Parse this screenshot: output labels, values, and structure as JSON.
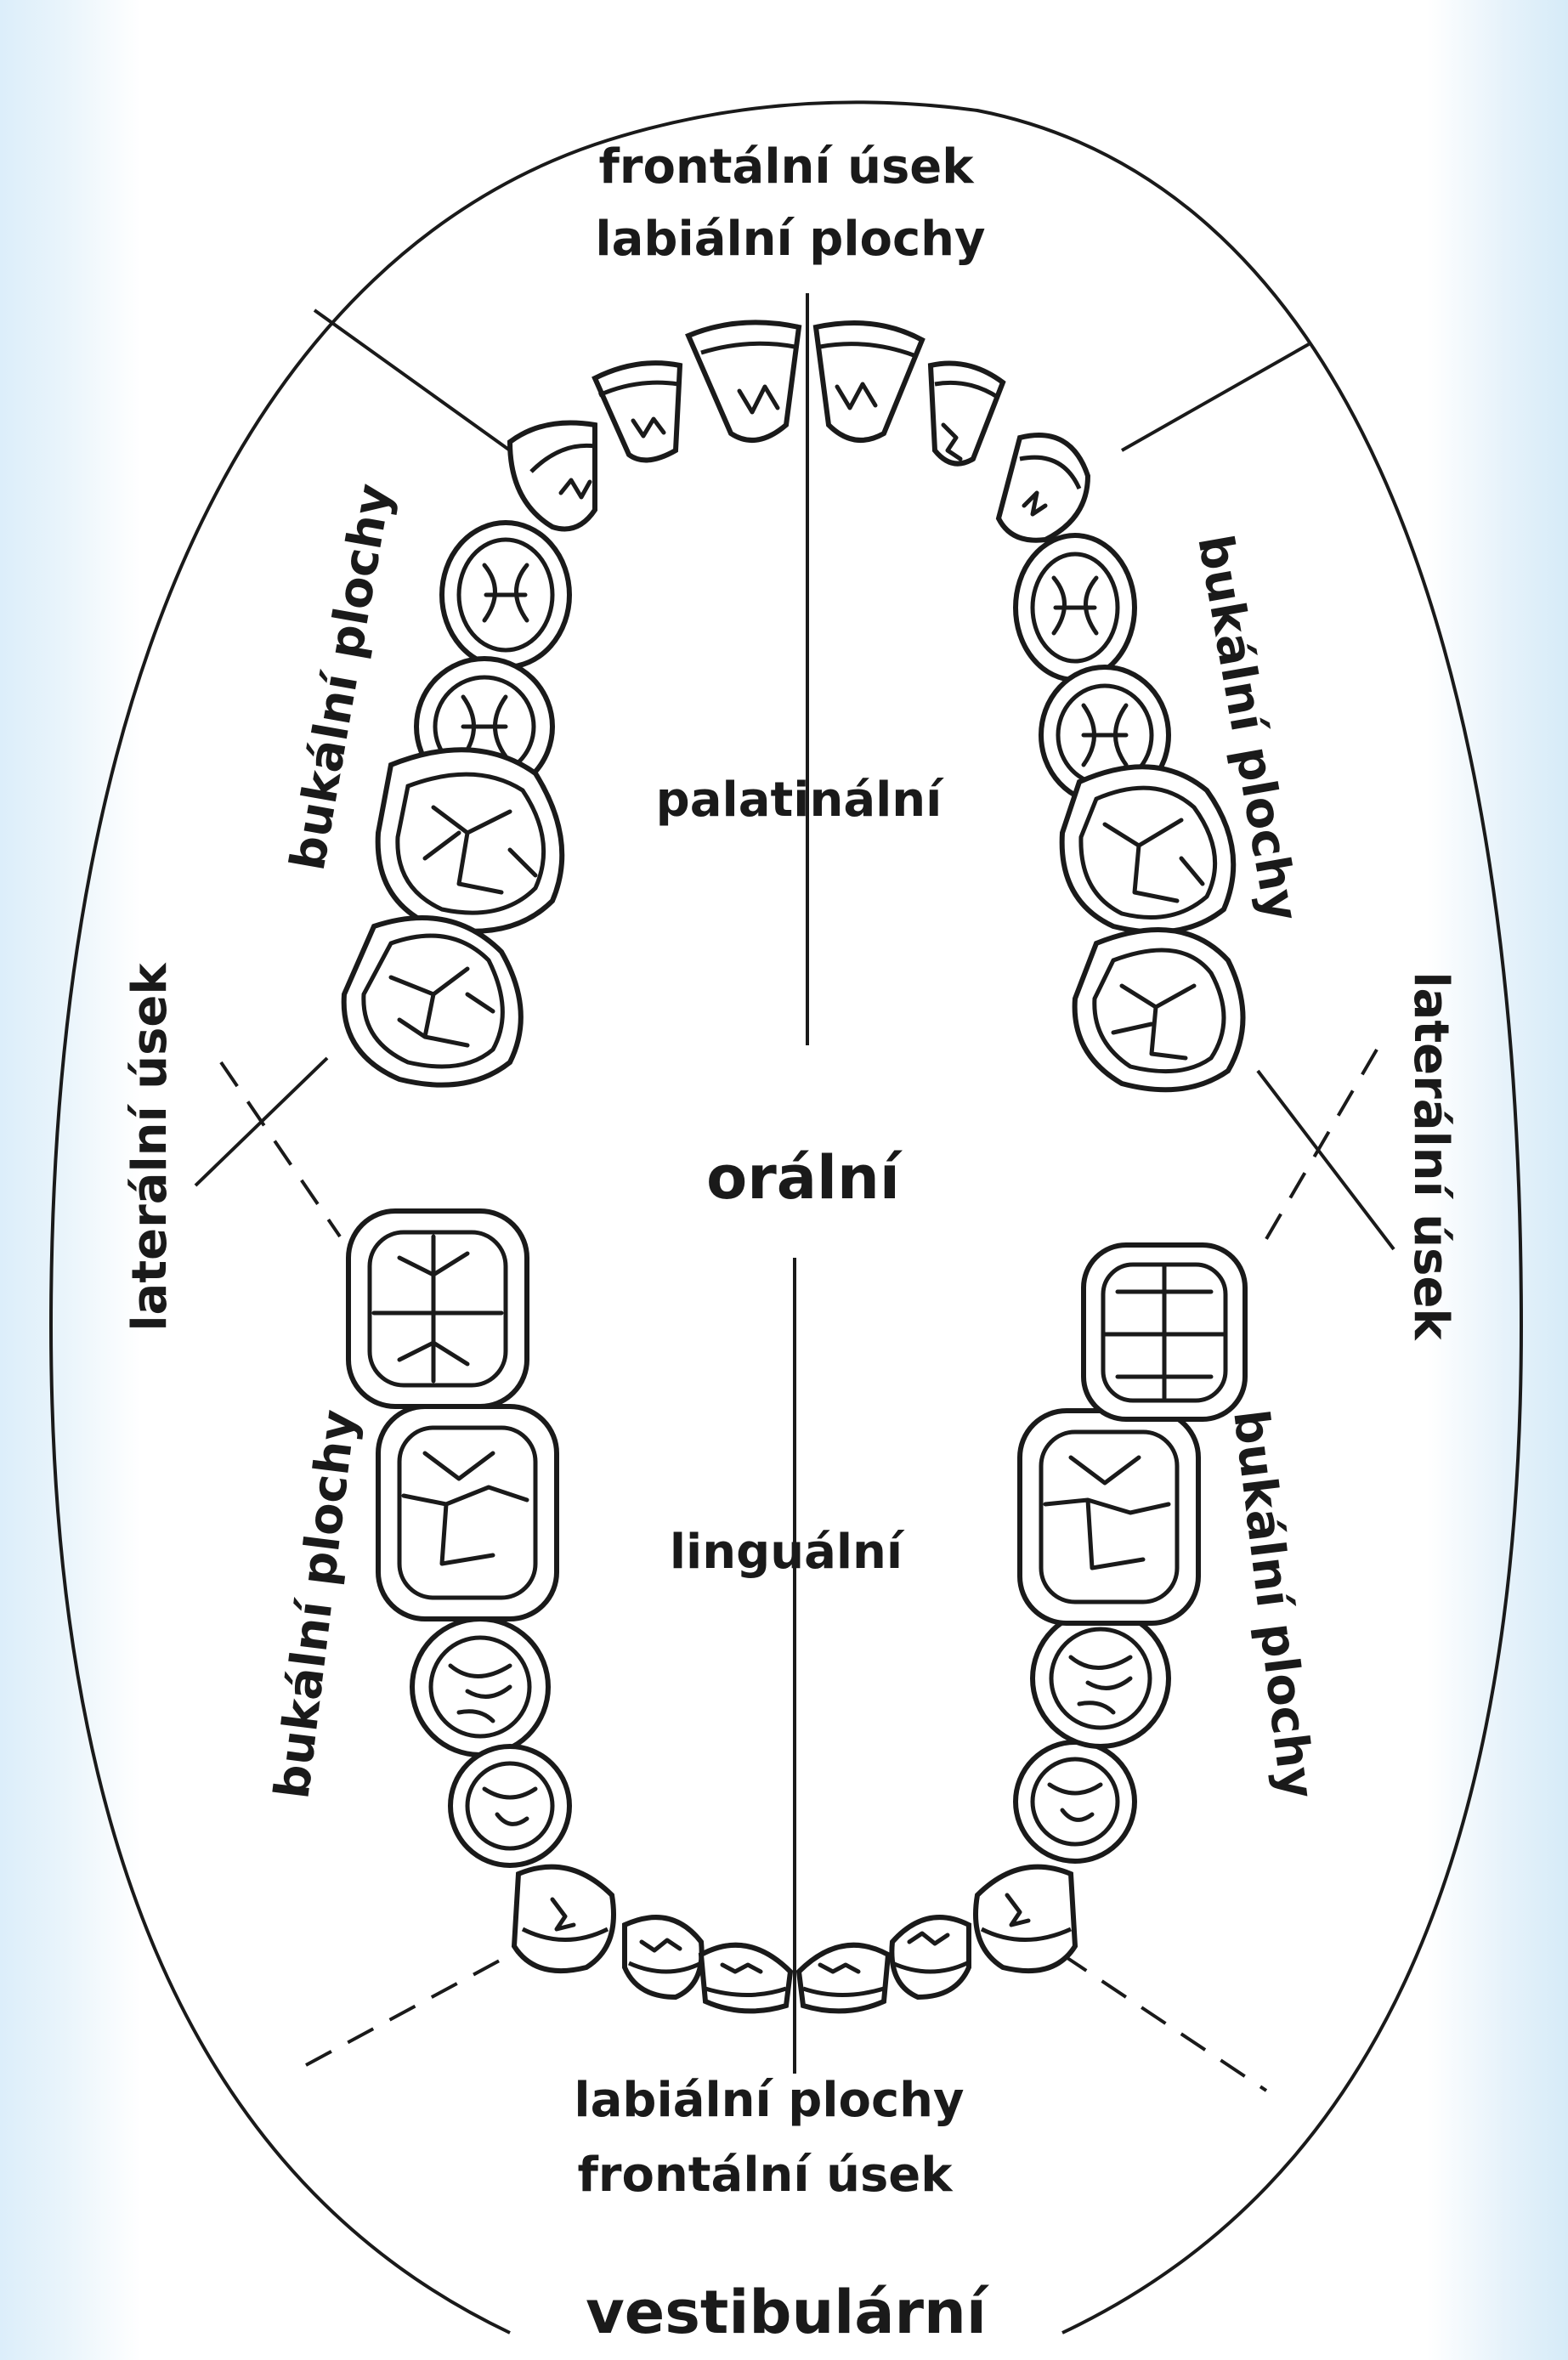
{
  "labels": {
    "top_line1": "frontální úsek",
    "top_line2": "labiální plochy",
    "upper_left": "bukální plochy",
    "upper_right": "bukální plochy",
    "palatal": "palatinální",
    "oral": "orální",
    "lateral_left": "laterální úsek",
    "lateral_right": "laterální úsek",
    "lingual": "linguální",
    "lower_left": "bukální plochy",
    "lower_right": "bukální plochy",
    "bottom_line1": "labiální plochy",
    "bottom_line2": "frontální úsek",
    "vestibular": "vestibulární"
  },
  "colors": {
    "background": "#ffffff",
    "frame": "#dceefa",
    "ink": "#1a1a1a"
  }
}
